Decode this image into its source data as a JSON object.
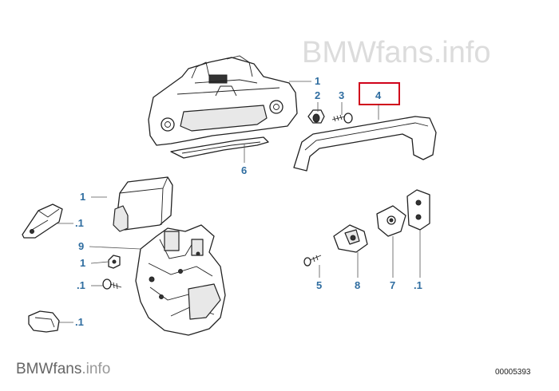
{
  "watermark_top": {
    "brand": "BMW",
    "suffix": "fans.info"
  },
  "watermark_bottom": {
    "brand": "BMWfans",
    "suffix": ".info"
  },
  "reference_number": "00005393",
  "callouts": {
    "door_handle_assembly": "1",
    "part_2": "2",
    "screw_3": "3",
    "grip_handle": "4",
    "seal_strip": "6",
    "actuator": "1",
    "bracket_left": ".1",
    "lock_mechanism": "9",
    "clip_1": "1",
    "bolt_1": ".1",
    "clip_bottom": ".1",
    "screw_5": "5",
    "striker_8": "8",
    "plate_7": "7",
    "plate_1": ".1"
  },
  "highlighted_part": "4",
  "colors": {
    "callout": "#2f6da0",
    "highlight": "#d0021b"
  }
}
